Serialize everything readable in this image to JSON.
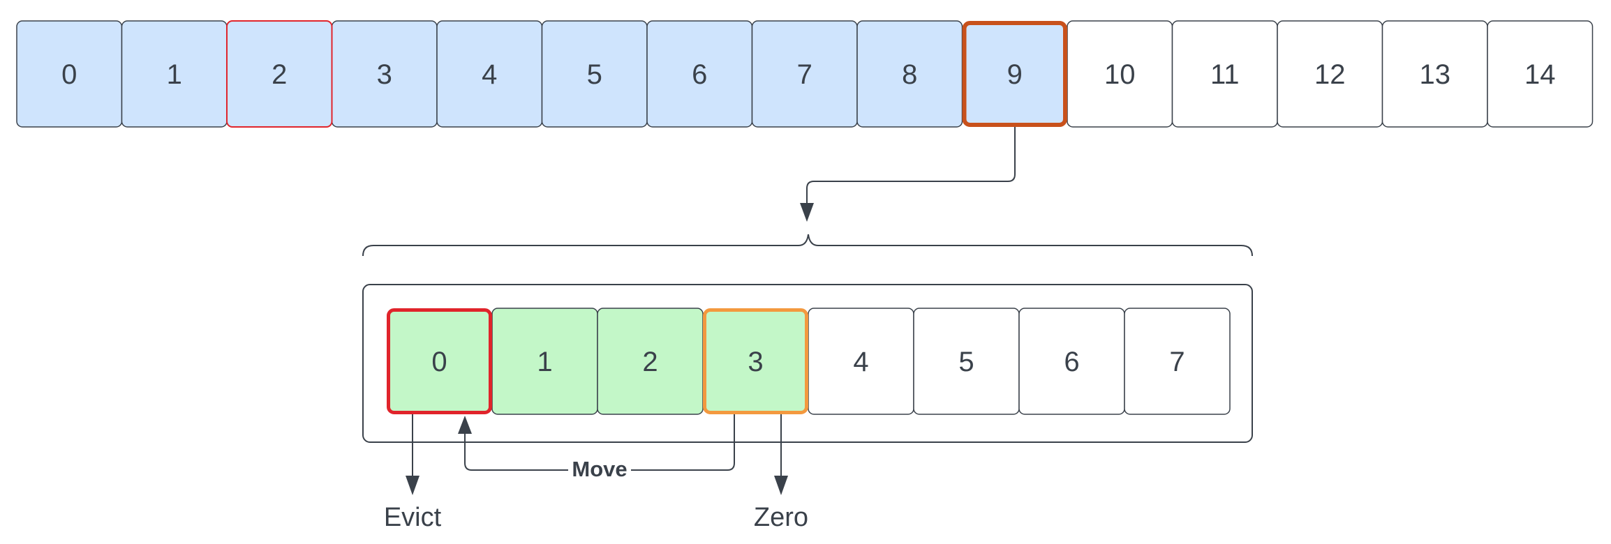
{
  "colors": {
    "stroke": "#3a414a",
    "filled_top": "#cfe4fd",
    "filled_bottom": "#c3f7c8",
    "empty": "#ffffff",
    "highlight_top_selected": "#c8511b",
    "highlight_top_thin": "#e0242b",
    "evict_border": "#e0242b",
    "zero_border": "#f3993f"
  },
  "top_row": {
    "cells": [
      {
        "label": "0",
        "filled": true,
        "highlight": "none"
      },
      {
        "label": "1",
        "filled": true,
        "highlight": "none"
      },
      {
        "label": "2",
        "filled": true,
        "highlight": "thin-red"
      },
      {
        "label": "3",
        "filled": true,
        "highlight": "none"
      },
      {
        "label": "4",
        "filled": true,
        "highlight": "none"
      },
      {
        "label": "5",
        "filled": true,
        "highlight": "none"
      },
      {
        "label": "6",
        "filled": true,
        "highlight": "none"
      },
      {
        "label": "7",
        "filled": true,
        "highlight": "none"
      },
      {
        "label": "8",
        "filled": true,
        "highlight": "none"
      },
      {
        "label": "9",
        "filled": true,
        "highlight": "selected"
      },
      {
        "label": "10",
        "filled": false,
        "highlight": "none"
      },
      {
        "label": "11",
        "filled": false,
        "highlight": "none"
      },
      {
        "label": "12",
        "filled": false,
        "highlight": "none"
      },
      {
        "label": "13",
        "filled": false,
        "highlight": "none"
      },
      {
        "label": "14",
        "filled": false,
        "highlight": "none"
      }
    ]
  },
  "bottom_row": {
    "cells": [
      {
        "label": "0",
        "filled": true,
        "highlight": "evict"
      },
      {
        "label": "1",
        "filled": true,
        "highlight": "none"
      },
      {
        "label": "2",
        "filled": true,
        "highlight": "none"
      },
      {
        "label": "3",
        "filled": true,
        "highlight": "zero"
      },
      {
        "label": "4",
        "filled": false,
        "highlight": "none"
      },
      {
        "label": "5",
        "filled": false,
        "highlight": "none"
      },
      {
        "label": "6",
        "filled": false,
        "highlight": "none"
      },
      {
        "label": "7",
        "filled": false,
        "highlight": "none"
      }
    ]
  },
  "labels": {
    "evict": "Evict",
    "zero": "Zero",
    "move": "Move"
  }
}
